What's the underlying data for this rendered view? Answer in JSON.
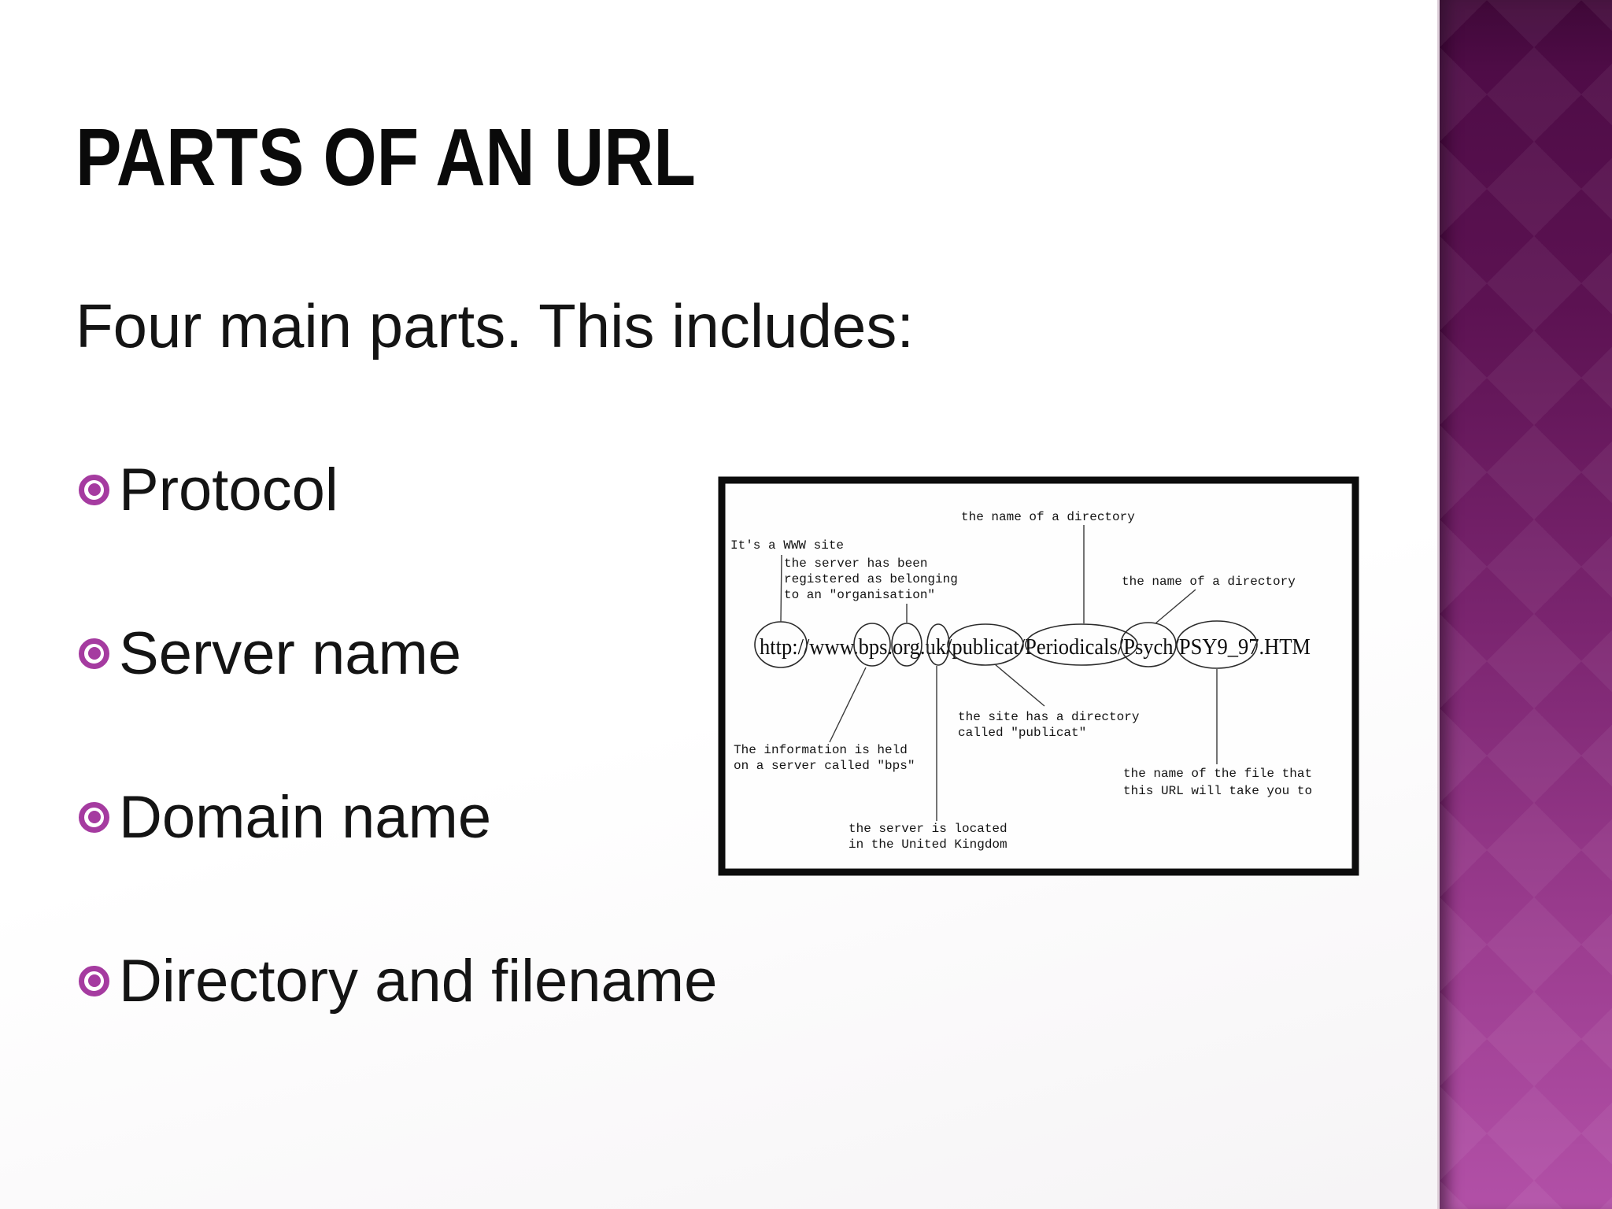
{
  "slide": {
    "title": "PARTS OF AN URL",
    "intro": "Four main parts. This includes:",
    "bullets": [
      {
        "label": "Protocol"
      },
      {
        "label": "Server name"
      },
      {
        "label": "Domain name"
      },
      {
        "label": "Directory and filename"
      }
    ],
    "colors": {
      "accent_bullet": "#a53ba0",
      "sidebar_top": "#4f0c47",
      "sidebar_middle": "#8a3380",
      "sidebar_bottom": "#b250a7",
      "text": "#141414",
      "background": "#ffffff"
    }
  },
  "diagram": {
    "url": "http://www.bps.org.uk/publicat/Periodicals/Psych/PSY9_97.HTM",
    "url_parts_circled": [
      "http:",
      "bps",
      "org",
      "uk",
      "publicat",
      "Periodicals",
      "Psych",
      "PSY9_97"
    ],
    "annotations": [
      {
        "id": "www-site",
        "lines": [
          "It's a WWW site"
        ]
      },
      {
        "id": "organisation",
        "lines": [
          "the server has been",
          "registered as belonging",
          "to an \"organisation\""
        ]
      },
      {
        "id": "directory-top",
        "lines": [
          "the name of a directory"
        ]
      },
      {
        "id": "directory-right",
        "lines": [
          "the name of a directory"
        ]
      },
      {
        "id": "directory-publicat",
        "lines": [
          "the site has a directory",
          "called \"publicat\""
        ]
      },
      {
        "id": "server-bps",
        "lines": [
          "The information is held",
          "on a server called \"bps\""
        ]
      },
      {
        "id": "location-uk",
        "lines": [
          "the server is located",
          "in the United Kingdom"
        ]
      },
      {
        "id": "filename",
        "lines": [
          "the name of the file that",
          "this URL will take you to"
        ]
      }
    ]
  }
}
